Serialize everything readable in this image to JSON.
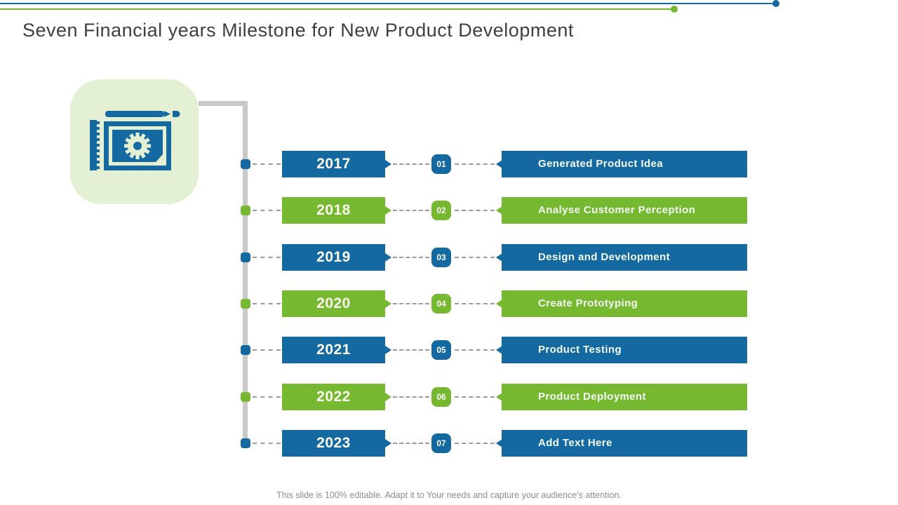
{
  "slide": {
    "title": "Seven Financial years Milestone for New Product Development",
    "footer": "This slide is 100% editable. Adapt it to Your needs and capture your audience's attention."
  },
  "colors": {
    "blue": "#1369A0",
    "green": "#76B82F",
    "light_green": "#E4F0D4",
    "connector_gray": "#C9C9C9"
  },
  "icon": {
    "name": "project-board-gear-pencil-icon"
  },
  "timeline": {
    "rows": [
      {
        "year": "2017",
        "number": "01",
        "label": "Generated Product Idea",
        "color": "blue"
      },
      {
        "year": "2018",
        "number": "02",
        "label": "Analyse Customer Perception",
        "color": "green"
      },
      {
        "year": "2019",
        "number": "03",
        "label": "Design and Development",
        "color": "blue"
      },
      {
        "year": "2020",
        "number": "04",
        "label": "Create Prototyping",
        "color": "green"
      },
      {
        "year": "2021",
        "number": "05",
        "label": "Product Testing",
        "color": "blue"
      },
      {
        "year": "2022",
        "number": "06",
        "label": "Product Deployment",
        "color": "green"
      },
      {
        "year": "2023",
        "number": "07",
        "label": "Add Text Here",
        "color": "blue"
      }
    ]
  }
}
